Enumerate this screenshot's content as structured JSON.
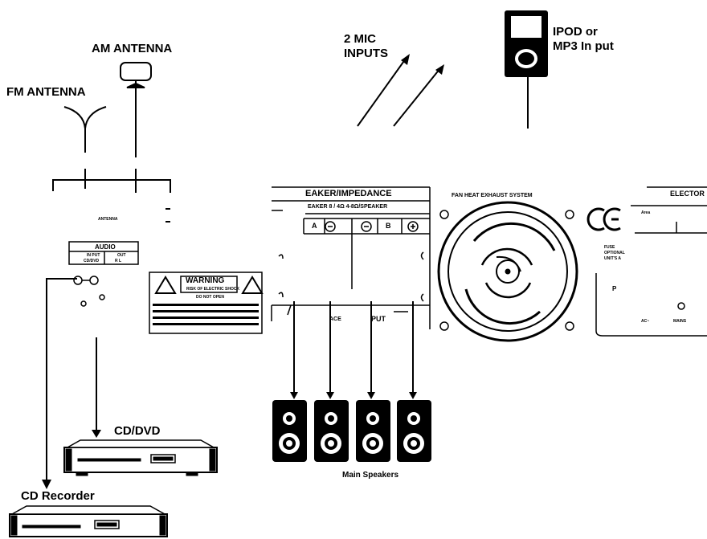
{
  "labels": {
    "fm_antenna": "FM ANTENNA",
    "am_antenna": "AM ANTENNA",
    "mic_inputs_line1": "2 MIC",
    "mic_inputs_line2": "INPUTS",
    "ipod_line1": "IPOD or",
    "ipod_line2": "MP3 In put",
    "cd_dvd": "CD/DVD",
    "cd_recorder": "CD Recorder",
    "main_speakers": "Main Speakers"
  },
  "panel": {
    "antenna": "ANTENNA",
    "audio_title": "AUDIO",
    "audio_col1": "IN PUT",
    "audio_col2": "OUT",
    "audio_row2_col1": "CD/DVD",
    "audio_row2_col2": "R    L",
    "warning_title": "WARNING",
    "warning_sub1": "RISK OF ELECTRIC SHOCK",
    "warning_sub2": "DO NOT OPEN",
    "speaker_title": "EAKER/IMPEDANCE",
    "speaker_sub": "EAKER  8 / 4Ω  4-8Ω/SPEAKER",
    "speaker_a": "A",
    "speaker_b": "B",
    "speaker_put": "PUT",
    "speaker_ace": "ACE",
    "fan_title": "FAN HEAT EXHAUST SYSTEM",
    "ce_mark": "CE",
    "selector_title": "ELECTOR",
    "sel_l1": "Area",
    "sel_l2": "FUSE",
    "sel_l3": "OPTIONAL",
    "sel_l4": "UNIT'S A",
    "sel_p": "P",
    "sel_ac": "AC~",
    "sel_mains": "MAINS"
  }
}
